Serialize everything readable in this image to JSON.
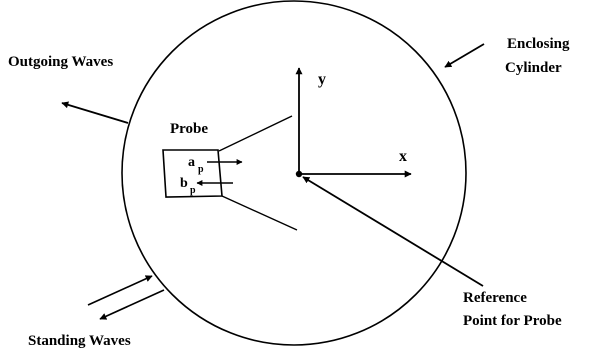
{
  "labels": {
    "outgoing_waves": "Outgoing Waves",
    "enclosing_line1": "Enclosing",
    "enclosing_line2": "Cylinder",
    "probe": "Probe",
    "axis_y": "y",
    "axis_x": "x",
    "port_a_main": "a",
    "port_a_sub": "p",
    "port_b_main": "b",
    "port_b_sub": "p",
    "reference_line1": "Reference",
    "reference_line2": "Point for Probe",
    "standing_waves": "Standing Waves"
  },
  "colors": {
    "stroke": "#000000",
    "background": "#ffffff"
  }
}
